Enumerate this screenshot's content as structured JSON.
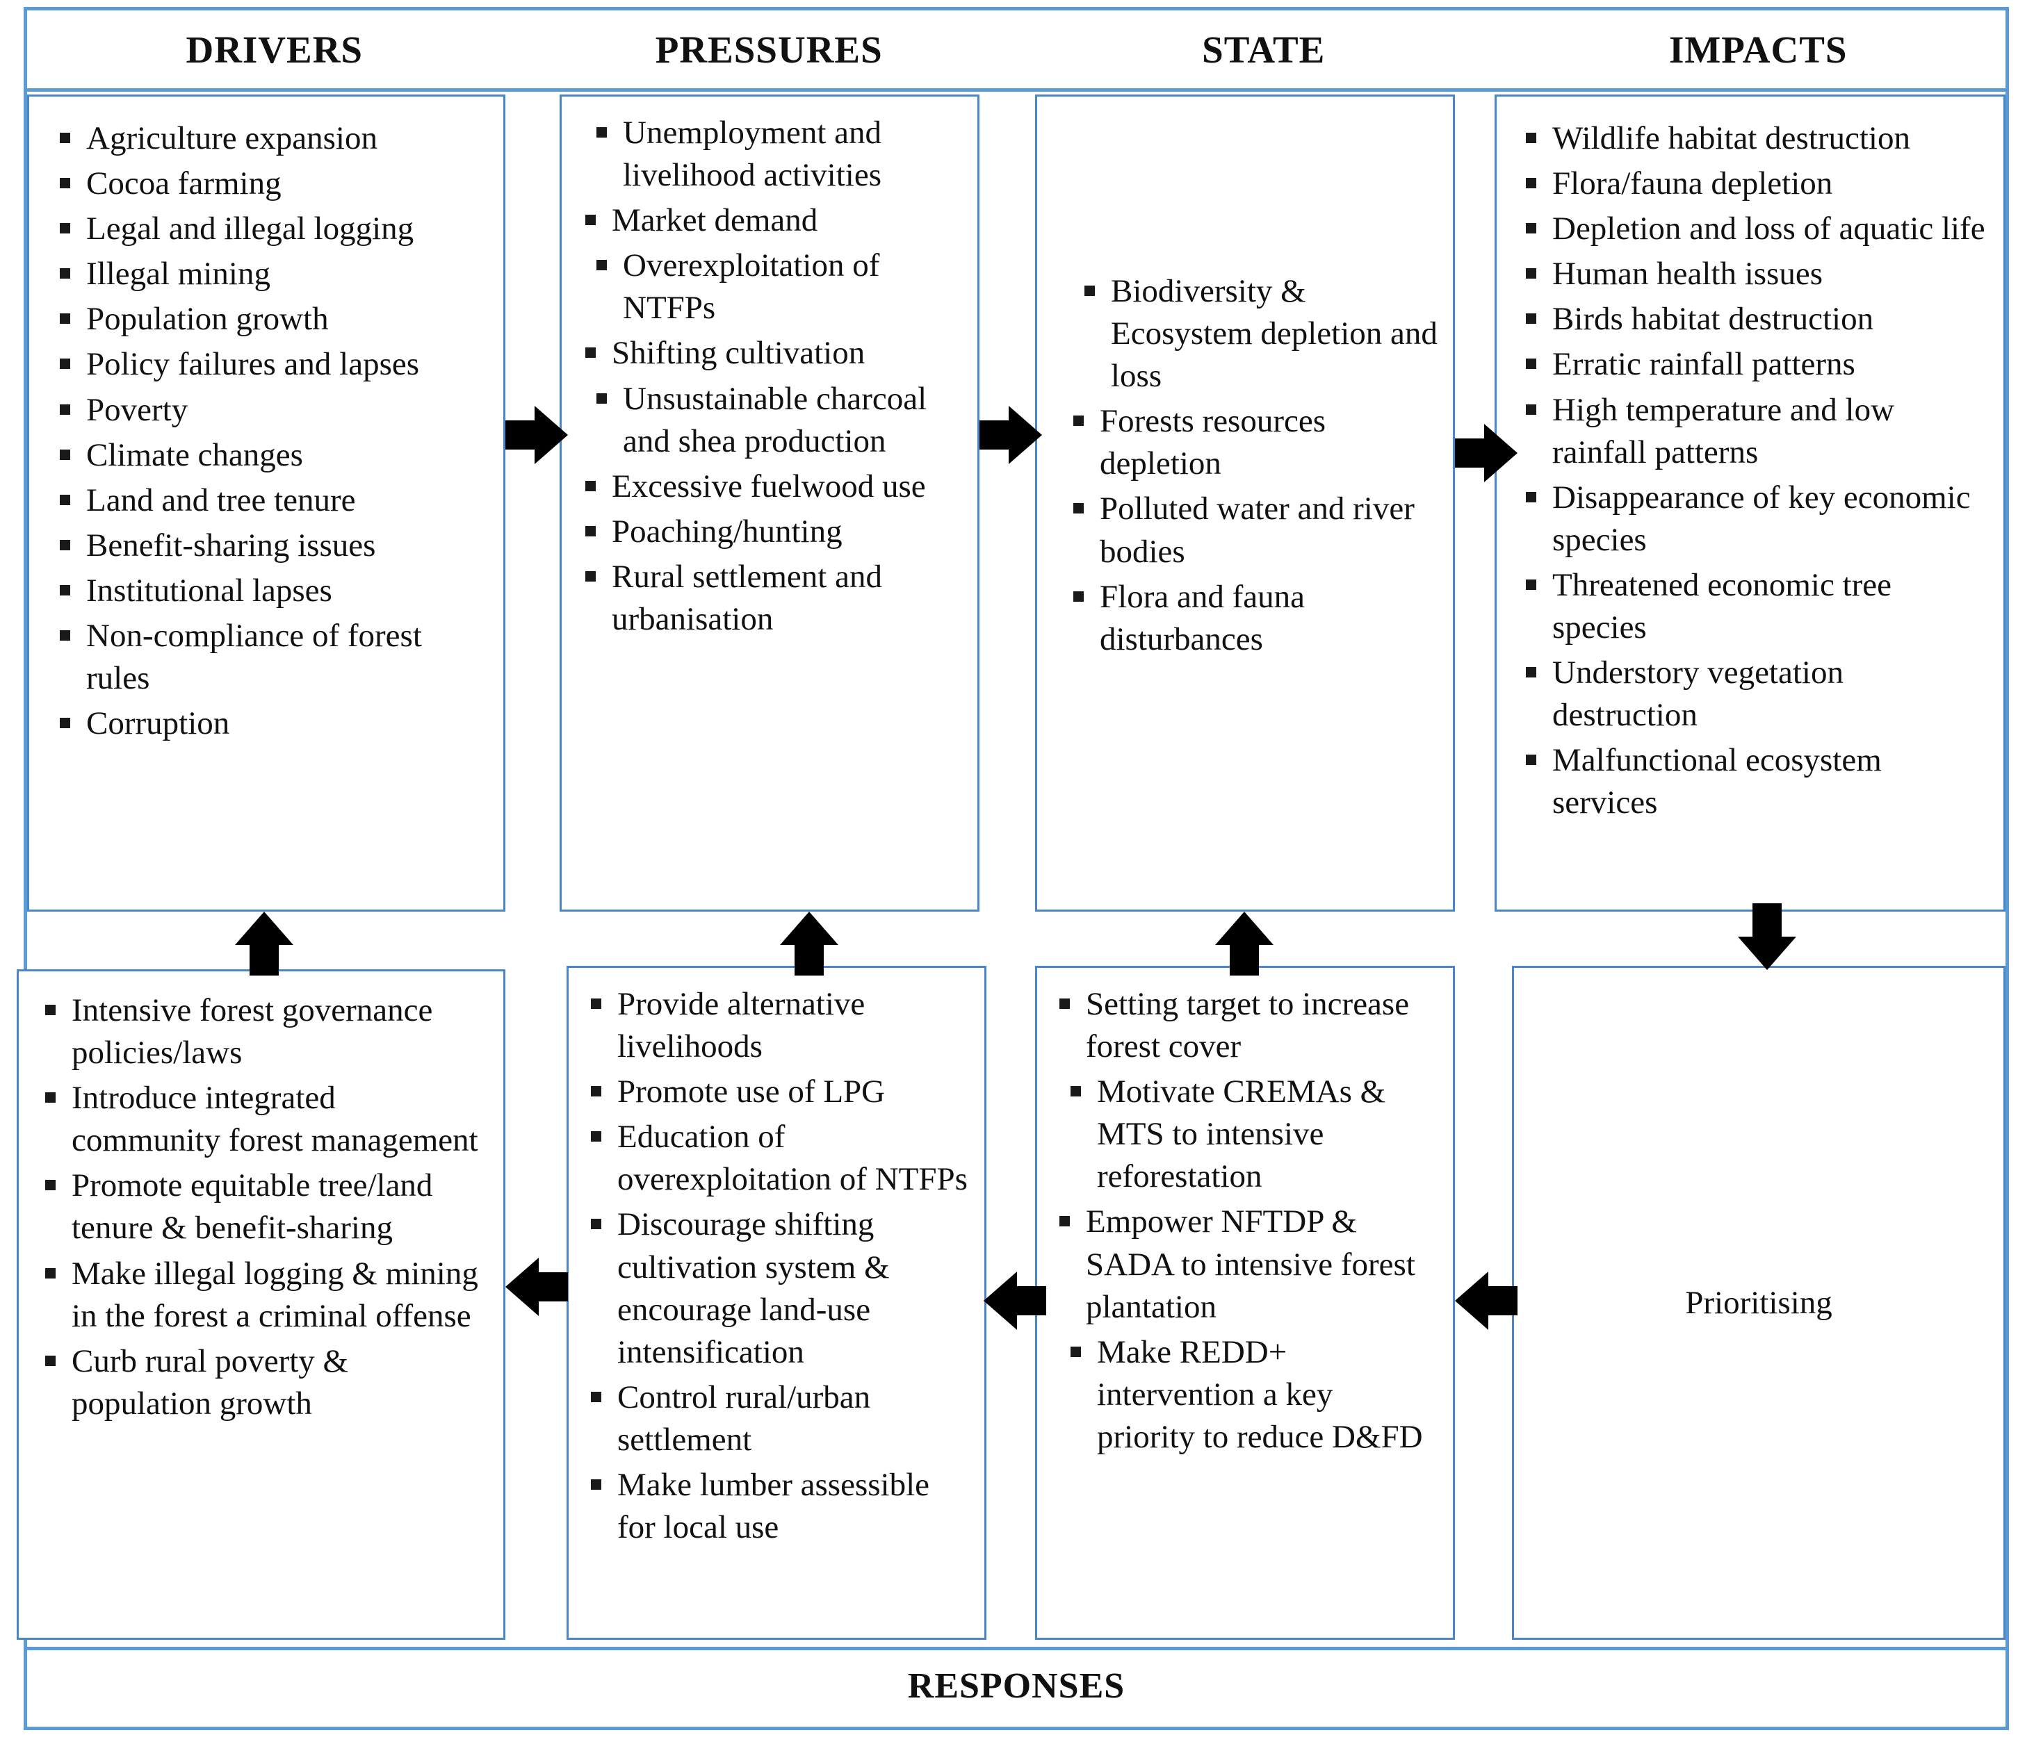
{
  "framework": {
    "name": "DPSIR framework diagram",
    "accent_color": "#5b9bd5",
    "box_border_color": "#4a86c8",
    "arrow_color": "#000000"
  },
  "headers": {
    "drivers": "DRIVERS",
    "pressures": "PRESSURES",
    "state": "STATE",
    "impacts": "IMPACTS"
  },
  "footer": {
    "label": "RESPONSES"
  },
  "columns": {
    "drivers": {
      "items": [
        "Agriculture expansion",
        "Cocoa farming",
        "Legal and illegal logging",
        "Illegal mining",
        "Population growth",
        "Policy failures and lapses",
        "Poverty",
        "Climate changes",
        "Land and tree tenure",
        "Benefit-sharing issues",
        "Institutional lapses",
        "Non-compliance of forest rules",
        "Corruption"
      ]
    },
    "pressures": {
      "items": [
        "Unemployment and livelihood activities",
        "Market demand",
        "Overexploitation of NTFPs",
        "Shifting cultivation",
        "Unsustainable charcoal and shea production",
        "Excessive fuelwood use",
        "Poaching/hunting",
        "Rural settlement and urbanisation"
      ]
    },
    "state": {
      "items": [
        "Biodiversity & Ecosystem depletion and loss",
        "Forests resources depletion",
        "Polluted water and river bodies",
        "Flora and fauna disturbances"
      ]
    },
    "impacts": {
      "items": [
        "Wildlife habitat destruction",
        "Flora/fauna depletion",
        " Depletion and loss of aquatic life",
        "Human health issues",
        " Birds habitat  destruction",
        "Erratic rainfall patterns",
        "High temperature and low rainfall patterns",
        "Disappearance of key economic species",
        "Threatened economic tree species",
        "Understory vegetation destruction",
        "Malfunctional ecosystem services"
      ]
    }
  },
  "responses": {
    "drivers_responses": {
      "items": [
        "Intensive forest governance policies/laws",
        "Introduce integrated community forest management",
        "Promote equitable tree/land tenure & benefit-sharing",
        "Make illegal logging & mining in the forest a criminal offense",
        "Curb rural poverty & population growth"
      ]
    },
    "pressures_responses": {
      "items": [
        "Provide alternative livelihoods",
        "Promote use of LPG",
        "Education of overexploitation of NTFPs",
        "Discourage shifting cultivation system & encourage land-use intensification",
        "Control rural/urban settlement",
        "Make lumber assessible for local use"
      ]
    },
    "state_responses": {
      "items": [
        "Setting target to increase forest cover",
        " Motivate CREMAs & MTS to intensive reforestation",
        "Empower NFTDP & SADA to intensive forest plantation",
        " Make REDD+ intervention a key priority to reduce D&FD"
      ]
    },
    "prioritising": {
      "label": "Prioritising"
    }
  },
  "arrows": [
    {
      "name": "drivers-to-pressures",
      "direction": "right"
    },
    {
      "name": "pressures-to-state",
      "direction": "right"
    },
    {
      "name": "state-to-impacts",
      "direction": "right"
    },
    {
      "name": "impacts-to-prioritising",
      "direction": "down"
    },
    {
      "name": "prioritising-to-state-responses",
      "direction": "left"
    },
    {
      "name": "state-responses-to-pressures-responses",
      "direction": "left"
    },
    {
      "name": "pressures-responses-to-drivers-responses",
      "direction": "left"
    },
    {
      "name": "drivers-responses-to-drivers",
      "direction": "up"
    },
    {
      "name": "pressures-responses-to-pressures",
      "direction": "up"
    },
    {
      "name": "state-responses-to-state",
      "direction": "up"
    }
  ]
}
